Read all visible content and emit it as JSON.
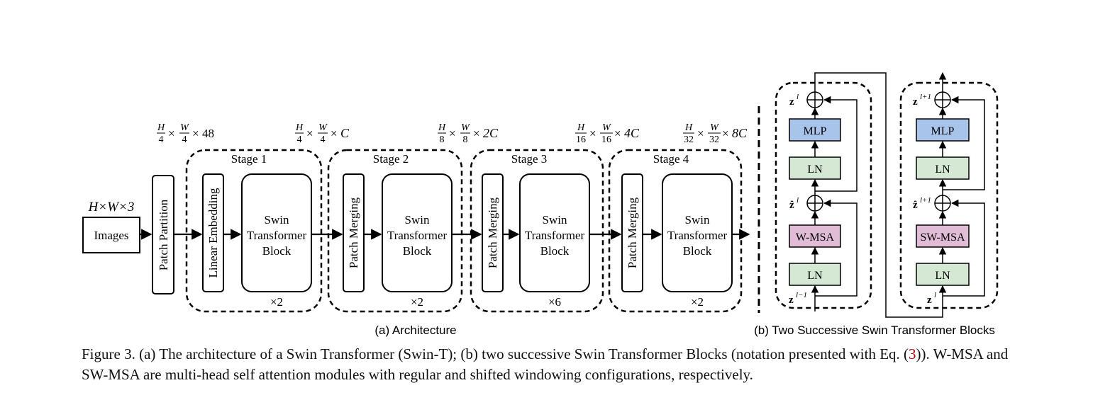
{
  "input": {
    "dims": "H×W×3",
    "label": "Images"
  },
  "patch_partition": "Patch Partition",
  "linear_embedding": "Linear Embedding",
  "patch_merging": "Patch Merging",
  "swin_block": {
    "line1": "Swin",
    "line2": "Transformer",
    "line3": "Block"
  },
  "stages": [
    {
      "title": "Stage 1",
      "repeat": "×2"
    },
    {
      "title": "Stage 2",
      "repeat": "×2"
    },
    {
      "title": "Stage 3",
      "repeat": "×6"
    },
    {
      "title": "Stage 4",
      "repeat": "×2"
    }
  ],
  "resolutions": [
    {
      "h": "H",
      "hd": "4",
      "w": "W",
      "wd": "4",
      "c": "48"
    },
    {
      "h": "H",
      "hd": "4",
      "w": "W",
      "wd": "4",
      "c": "C"
    },
    {
      "h": "H",
      "hd": "8",
      "w": "W",
      "wd": "8",
      "c": "2C"
    },
    {
      "h": "H",
      "hd": "16",
      "w": "W",
      "wd": "16",
      "c": "4C"
    },
    {
      "h": "H",
      "hd": "32",
      "w": "W",
      "wd": "32",
      "c": "8C"
    }
  ],
  "block_a": {
    "mlp": "MLP",
    "ln_top": "LN",
    "msa": "W-MSA",
    "ln_bottom": "LN",
    "z_out": "z",
    "z_out_sup": "l",
    "z_mid": "ẑ",
    "z_mid_sup": "l",
    "z_in": "z",
    "z_in_sup": "l−1"
  },
  "block_b": {
    "mlp": "MLP",
    "ln_top": "LN",
    "msa": "SW-MSA",
    "ln_bottom": "LN",
    "z_out": "z",
    "z_out_sup": "l+1",
    "z_mid": "ẑ",
    "z_mid_sup": "l+1",
    "z_in": "z",
    "z_in_sup": "l"
  },
  "subcaption_a": "(a) Architecture",
  "subcaption_b": "(b) Two Successive Swin Transformer Blocks",
  "caption": {
    "part1": "Figure 3. (a) The architecture of a Swin Transformer (Swin-T); (b) two successive Swin Transformer Blocks (notation presented with Eq. (",
    "ref": "3",
    "part2": ")). W-MSA and SW-MSA are multi-head self attention modules with regular and shifted windowing configurations, respectively."
  },
  "colors": {
    "mlp": "#a9c4eb",
    "ln": "#d5e8d4",
    "msa": "#e1bcd6",
    "line": "#000000",
    "ref": "#cc0000"
  }
}
